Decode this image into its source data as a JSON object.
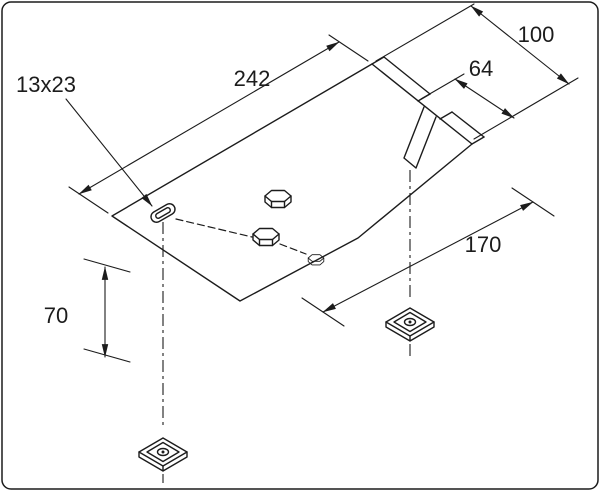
{
  "drawing": {
    "dimensions": {
      "top_width": "100",
      "flange_width": "64",
      "plate_length": "242",
      "slot_size": "13x23",
      "diagonal_length": "170",
      "drop_height": "70"
    },
    "colors": {
      "line": "#1c1c1c",
      "background": "#ffffff"
    }
  }
}
